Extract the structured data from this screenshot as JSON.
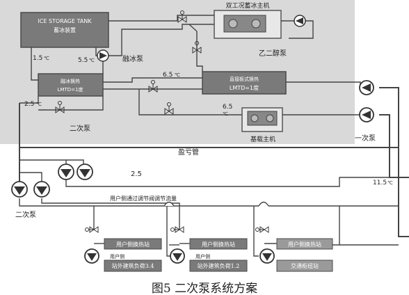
{
  "colors": {
    "shade": "#d9d9d9",
    "box_fill": "#7a7a7a",
    "box_stroke": "#4a4a4a",
    "pipe": "#444444",
    "pump": "#3a3a3a"
  },
  "labels": {
    "ice_tank_title": "ICE STORAGE TANK",
    "ice_tank_sub": "蓄冰装置",
    "dual_chiller": "双工况蓄冰主机",
    "base_chiller": "基载主机",
    "ice_melt_pump": "融冰泵",
    "glycol_pump": "乙二醇泵",
    "melt_hx_title": "融冰换热",
    "melt_hx_lmtd": "LMTD=1度",
    "plate_hx_title": "直接板式换热",
    "plate_hx_lmtd": "LMTD=1度",
    "temp_1_5": "1.5",
    "temp_5_5": "5.5",
    "temp_6_5_a": "6.5",
    "temp_6_5_b": "6.5",
    "temp_2_5": "2.5",
    "temp_2_5_b": "2.5",
    "temp_11_5": "11.5",
    "deg_unit": "℃",
    "secondary_pump_upper": "二次泵",
    "primary_pump": "一次泵",
    "bypass_pipe": "盈亏管",
    "secondary_pump_lower": "二次泵",
    "user_flow_note": "用户侧通过调节阀调节流量",
    "user_hx_1": "用户侧换热站",
    "user_hx_2": "用户侧换热站",
    "user_hx_3": "用户侧换热站",
    "user_side_1": "用户侧",
    "user_side_2": "用户侧",
    "load_1": "站外建筑负荷3.4",
    "load_2": "站外建筑负荷1.2",
    "load_3": "交通枢纽站",
    "caption": "图5   二次泵系统方案"
  }
}
